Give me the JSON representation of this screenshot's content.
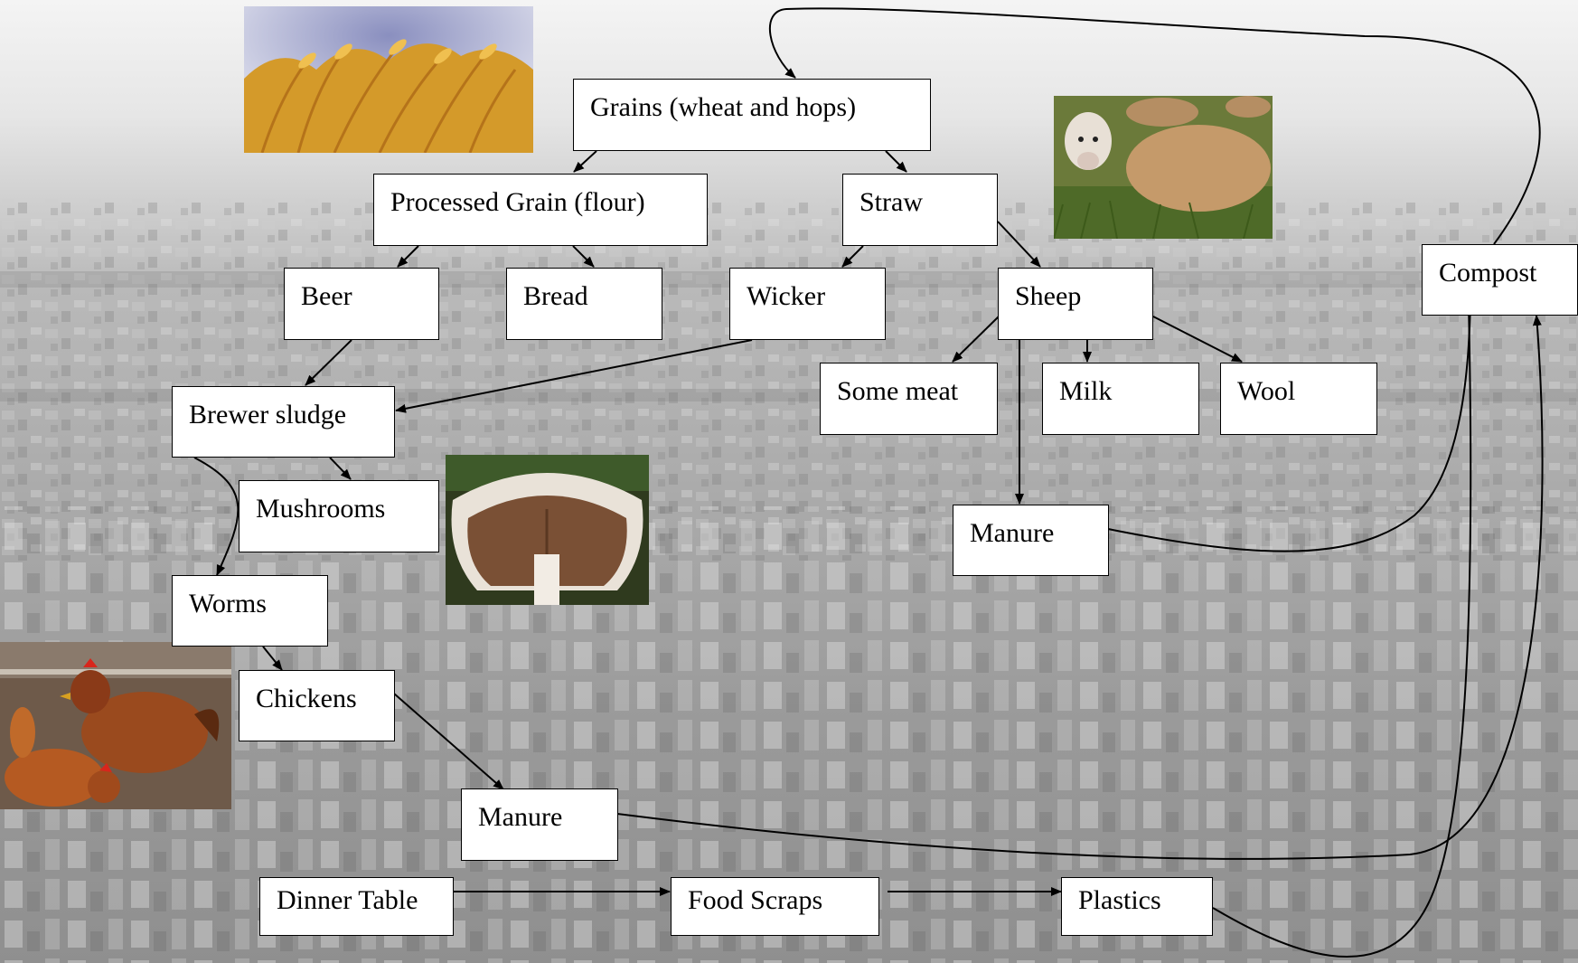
{
  "nodes": {
    "grains": "Grains (wheat and hops)",
    "processed_grain": "Processed Grain (flour)",
    "straw": "Straw",
    "beer": "Beer",
    "bread": "Bread",
    "wicker": "Wicker",
    "sheep": "Sheep",
    "some_meat": "Some meat",
    "milk": "Milk",
    "wool": "Wool",
    "brewer_sludge": "Brewer sludge",
    "mushrooms": "Mushrooms",
    "worms": "Worms",
    "chickens": "Chickens",
    "manure_chickens": "Manure",
    "manure_sheep": "Manure",
    "compost": "Compost",
    "dinner_table": "Dinner Table",
    "food_scraps": "Food Scraps",
    "plastics": "Plastics"
  },
  "edges": [
    [
      "compost",
      "grains"
    ],
    [
      "grains",
      "processed_grain"
    ],
    [
      "grains",
      "straw"
    ],
    [
      "processed_grain",
      "beer"
    ],
    [
      "processed_grain",
      "bread"
    ],
    [
      "straw",
      "wicker"
    ],
    [
      "straw",
      "sheep"
    ],
    [
      "beer",
      "brewer_sludge"
    ],
    [
      "wicker",
      "brewer_sludge"
    ],
    [
      "sheep",
      "some_meat"
    ],
    [
      "sheep",
      "milk"
    ],
    [
      "sheep",
      "wool"
    ],
    [
      "sheep",
      "manure_sheep"
    ],
    [
      "brewer_sludge",
      "mushrooms"
    ],
    [
      "brewer_sludge",
      "worms"
    ],
    [
      "worms",
      "chickens"
    ],
    [
      "chickens",
      "manure_chickens"
    ],
    [
      "manure_sheep",
      "compost"
    ],
    [
      "manure_chickens",
      "compost"
    ],
    [
      "dinner_table",
      "food_scraps"
    ],
    [
      "food_scraps",
      "plastics"
    ],
    [
      "plastics",
      "compost"
    ]
  ],
  "photos": [
    "wheat-photo",
    "sheep-photo",
    "mushroom-photo",
    "chickens-photo"
  ],
  "colors": {
    "node_fill": "#ffffff",
    "node_border": "#000000",
    "edge": "#000000",
    "background": "#9a9a9a"
  }
}
